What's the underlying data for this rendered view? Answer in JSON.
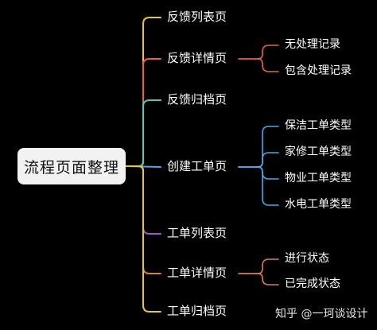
{
  "root": "流程页面整理",
  "branches": [
    {
      "label": "反馈列表页",
      "color": "#e8c547",
      "children": []
    },
    {
      "label": "反馈详情页",
      "color": "#e8604c",
      "children": [
        "无处理记录",
        "包含处理记录"
      ]
    },
    {
      "label": "反馈归档页",
      "color": "#5fc7b8",
      "children": []
    },
    {
      "label": "创建工单页",
      "color": "#4aa8e8",
      "children": [
        "保洁工单类型",
        "家修工单类型",
        "物业工单类型",
        "水电工单类型"
      ]
    },
    {
      "label": "工单列表页",
      "color": "#9b59d6",
      "children": []
    },
    {
      "label": "工单详情页",
      "color": "#e07a4a",
      "children": [
        "进行状态",
        "已完成状态"
      ]
    },
    {
      "label": "工单归档页",
      "color": "#e8c547",
      "children": []
    }
  ],
  "watermark": "知乎 @一珂谈设计"
}
